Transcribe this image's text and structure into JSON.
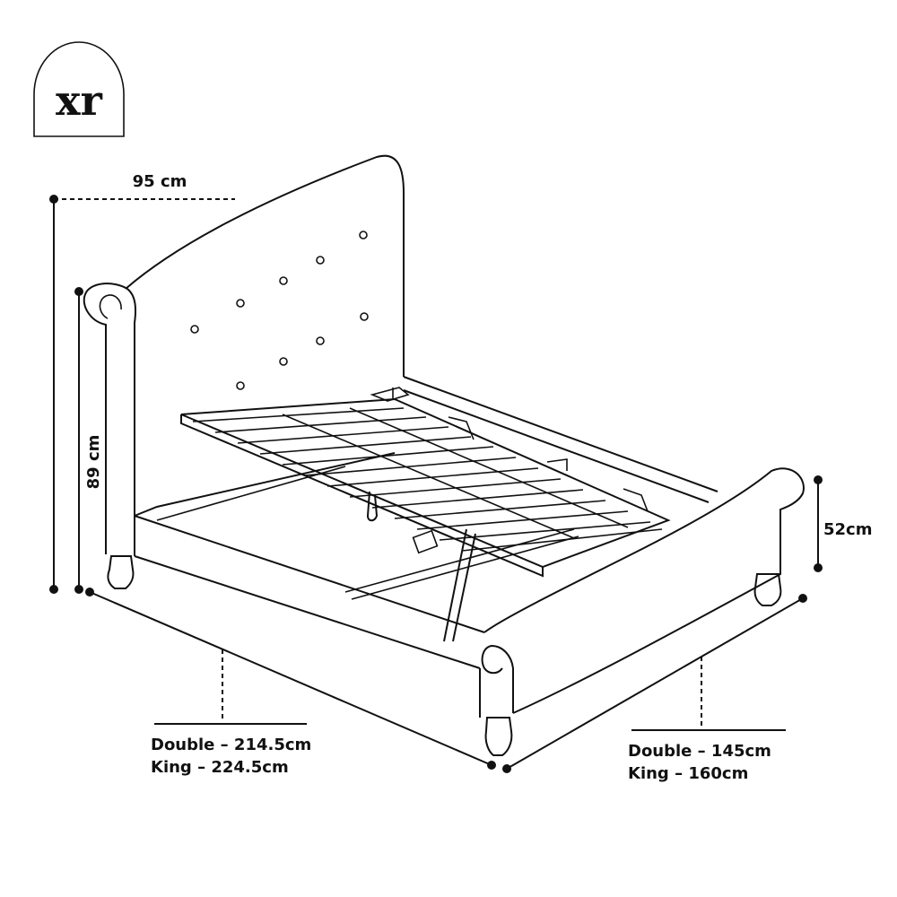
{
  "logo": {
    "text": "xr",
    "icon": "arch-logo-icon"
  },
  "dimensions": {
    "headboard_width": "95 cm",
    "headboard_height": "89 cm",
    "footboard_height": "52cm",
    "length": {
      "double": "Double – 214.5cm",
      "king": "King – 224.5cm"
    },
    "width": {
      "double": "Double – 145cm",
      "king": "King – 160cm"
    }
  },
  "colors": {
    "ink": "#111111",
    "background": "#ffffff"
  }
}
